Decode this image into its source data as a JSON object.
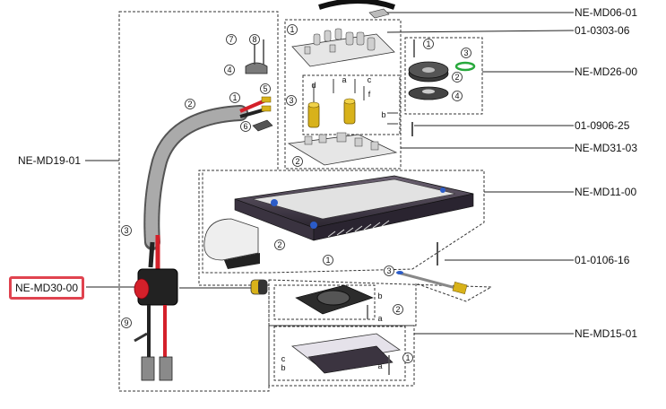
{
  "labels": {
    "md06": "NE-MD06-01",
    "p0303": "01-0303-06",
    "md26": "NE-MD26-00",
    "p0906": "01-0906-25",
    "md31": "NE-MD31-03",
    "md19": "NE-MD19-01",
    "md11": "NE-MD11-00",
    "p0106": "01-0106-16",
    "md30": "NE-MD30-00",
    "md15": "NE-MD15-01"
  },
  "callouts": {
    "n1": "1",
    "n2": "2",
    "n3": "3",
    "n4": "4",
    "n5": "5",
    "n6": "6",
    "n7": "7",
    "n8": "8",
    "n9": "9",
    "a": "a",
    "b": "b",
    "c": "c",
    "d": "d",
    "f": "f"
  },
  "colors": {
    "highlight": "#e0434f",
    "red_part": "#d4202a",
    "gold_part": "#d8b21a",
    "green_ring": "#27a83b",
    "leader": "#222222"
  }
}
